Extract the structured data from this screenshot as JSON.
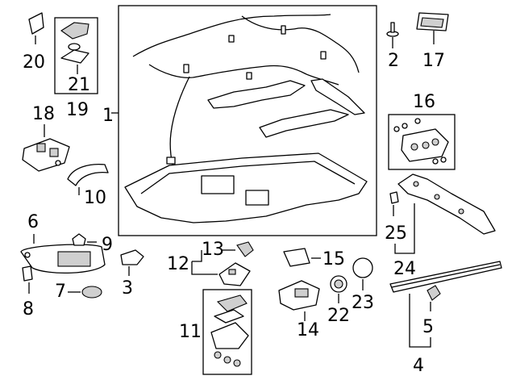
{
  "callouts": {
    "c1": "1",
    "c2": "2",
    "c3": "3",
    "c4": "4",
    "c5": "5",
    "c6": "6",
    "c7": "7",
    "c8": "8",
    "c9": "9",
    "c10": "10",
    "c11": "11",
    "c12": "12",
    "c13": "13",
    "c14": "14",
    "c15": "15",
    "c16": "16",
    "c17": "17",
    "c18": "18",
    "c19": "19",
    "c20": "20",
    "c21": "21",
    "c22": "22",
    "c23": "23",
    "c24": "24",
    "c25": "25"
  },
  "colors": {
    "line": "#000000",
    "background": "#ffffff",
    "shade": "#cfcfcf"
  }
}
